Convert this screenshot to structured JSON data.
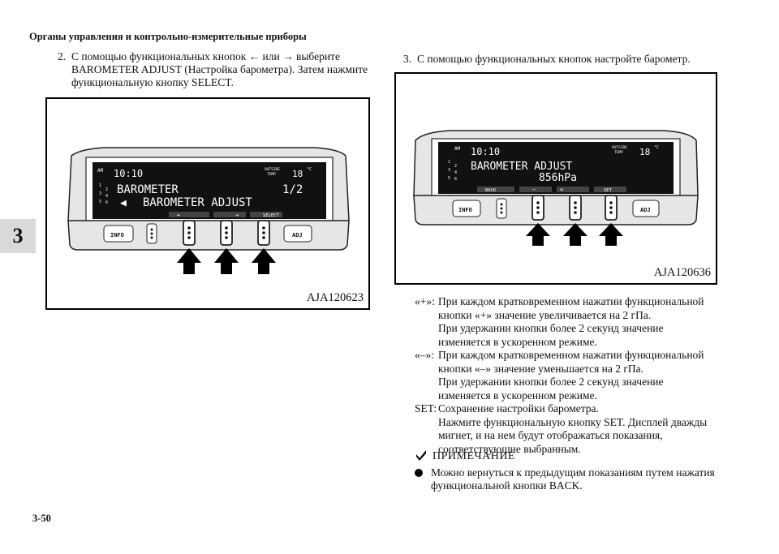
{
  "header": {
    "section_title": "Органы управления и контрольно-измерительные приборы",
    "chapter_tab": "3",
    "page_number": "3-50"
  },
  "steps": [
    {
      "number": "2.",
      "line1": "С помощью функциональных кнопок ← или → выберите",
      "line2": "BAROMETER ADJUST (Настройка барометра). Затем нажмите",
      "line3": "функциональную кнопку SELECT."
    },
    {
      "number": "3.",
      "line1": "С помощью функциональных кнопок настройте барометр."
    }
  ],
  "figure_left": {
    "code": "AJA120623",
    "display": {
      "am": "AM",
      "time": "10:10",
      "outside": "OUTSIDE",
      "temp": "TEMP",
      "temp_value": "18",
      "unit": "°C",
      "line1": "BAROMETER",
      "line1_right": "1/2",
      "line2": "BAROMETER ADJUST",
      "soft_left": "←",
      "soft_right": "→",
      "soft_select": "SELECT",
      "gears": [
        "1",
        "3",
        "5",
        "2",
        "4",
        "6"
      ]
    },
    "buttons": {
      "info": "INFO",
      "adj": "ADJ"
    }
  },
  "figure_right": {
    "code": "AJA120636",
    "display": {
      "am": "AM",
      "time": "10:10",
      "outside": "OUTSIDE",
      "temp": "TEMP",
      "temp_value": "18",
      "unit": "°C",
      "line1": "BAROMETER ADJUST",
      "line2": "856hPa",
      "soft_back": "BACK",
      "soft_minus": "−",
      "soft_plus": "+",
      "soft_set": "SET",
      "gears": [
        "1",
        "3",
        "5",
        "2",
        "4",
        "6"
      ]
    },
    "buttons": {
      "info": "INFO",
      "adj": "ADJ"
    }
  },
  "definitions": [
    {
      "key": "«+»:",
      "lines": [
        "При каждом кратковременном нажатии функциональной",
        "кнопки «+» значение увеличивается на 2 гПа.",
        "При удержании кнопки более 2 секунд значение",
        "изменяется в ускоренном режиме."
      ]
    },
    {
      "key": "«–»:",
      "lines": [
        "При каждом кратковременном нажатии функциональной",
        "кнопки «–» значение уменьшается на 2 гПа.",
        "При удержании кнопки более 2 секунд значение",
        "изменяется в ускоренном режиме."
      ]
    },
    {
      "key": "SET:",
      "lines": [
        "Сохранение настройки барометра.",
        "Нажмите функциональную кнопку SET. Дисплей дважды",
        "мигнет, и на нем будут отображаться показания,",
        "соответствующие выбранным."
      ]
    }
  ],
  "note": {
    "heading": "ПРИМЕЧАНИЕ",
    "line1": "Можно вернуться к предыдущим показаниям путем нажатия",
    "line2": "функциональной кнопки BACK."
  }
}
